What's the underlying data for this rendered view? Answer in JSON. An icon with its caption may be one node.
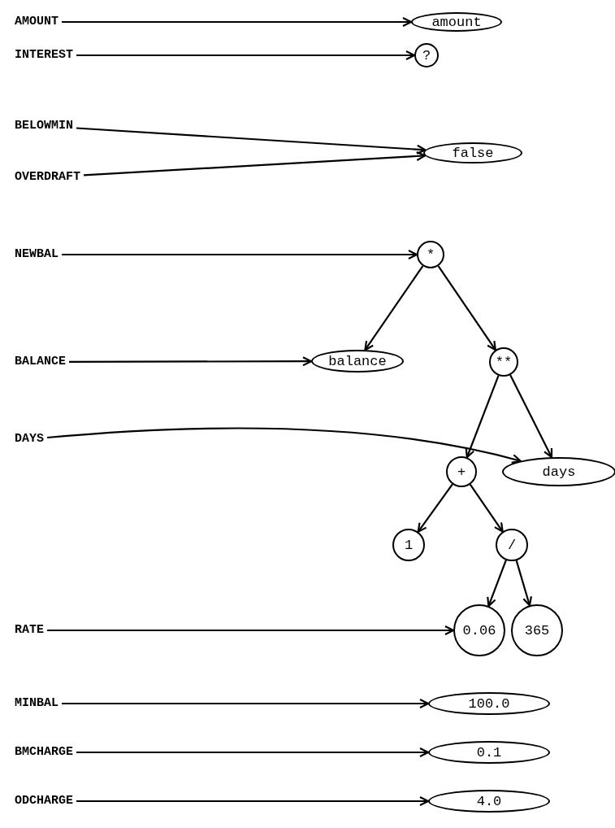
{
  "diagram": {
    "nodes": [
      {
        "text": [
          "AMOUNT"
        ]
      },
      {
        "text": [
          "amount"
        ]
      },
      {
        "text": [
          "INTEREST"
        ]
      },
      {
        "text": [
          "?"
        ]
      },
      {
        "text": [
          "BELOWMIN"
        ]
      },
      {
        "text": [
          "false"
        ]
      },
      {
        "text": [
          "OVERDRAFT"
        ]
      },
      {
        "text": [
          "NEWBAL"
        ]
      },
      {
        "text": [
          "*"
        ]
      },
      {
        "text": [
          "BALANCE"
        ]
      },
      {
        "text": [
          "balance"
        ]
      },
      {
        "text": [
          "**"
        ]
      },
      {
        "text": [
          "DAYS"
        ]
      },
      {
        "text": [
          "+"
        ]
      },
      {
        "text": [
          "days"
        ]
      },
      {
        "text": [
          "1"
        ]
      },
      {
        "text": [
          "/"
        ]
      },
      {
        "text": [
          "RATE"
        ]
      },
      {
        "text": [
          "0.06"
        ]
      },
      {
        "text": [
          "365"
        ]
      },
      {
        "text": [
          "MINBAL"
        ]
      },
      {
        "text": [
          "100.0"
        ]
      },
      {
        "text": [
          "BMCHARGE"
        ]
      },
      {
        "text": [
          "0.1"
        ]
      },
      {
        "text": [
          "ODCHARGE"
        ]
      },
      {
        "text": [
          "4.0"
        ]
      }
    ],
    "edges": [
      {
        "from": 0,
        "to": 1,
        "arrow": "to"
      },
      {
        "from": 2,
        "to": 3,
        "arrow": "to"
      },
      {
        "from": 4,
        "to": 5,
        "arrow": "to"
      },
      {
        "from": 6,
        "to": 5,
        "arrow": "to"
      },
      {
        "from": 7,
        "to": 8,
        "arrow": "to"
      },
      {
        "from": 8,
        "to": 10,
        "arrow": "to"
      },
      {
        "from": 8,
        "to": 11,
        "arrow": "to"
      },
      {
        "from": 9,
        "to": 10,
        "arrow": "to"
      },
      {
        "from": 11,
        "to": 13,
        "arrow": "to"
      },
      {
        "from": 11,
        "to": 14,
        "arrow": "to"
      },
      {
        "from": 12,
        "to": 14,
        "arrow": "to"
      },
      {
        "from": 13,
        "to": 15,
        "arrow": "to"
      },
      {
        "from": 13,
        "to": 16,
        "arrow": "to"
      },
      {
        "from": 16,
        "to": 18,
        "arrow": "to"
      },
      {
        "from": 16,
        "to": 19,
        "arrow": "to"
      },
      {
        "from": 17,
        "to": 18,
        "arrow": "to"
      },
      {
        "from": 20,
        "to": 21,
        "arrow": "to"
      },
      {
        "from": 22,
        "to": 23,
        "arrow": "to"
      },
      {
        "from": 24,
        "to": 25,
        "arrow": "to"
      }
    ]
  }
}
